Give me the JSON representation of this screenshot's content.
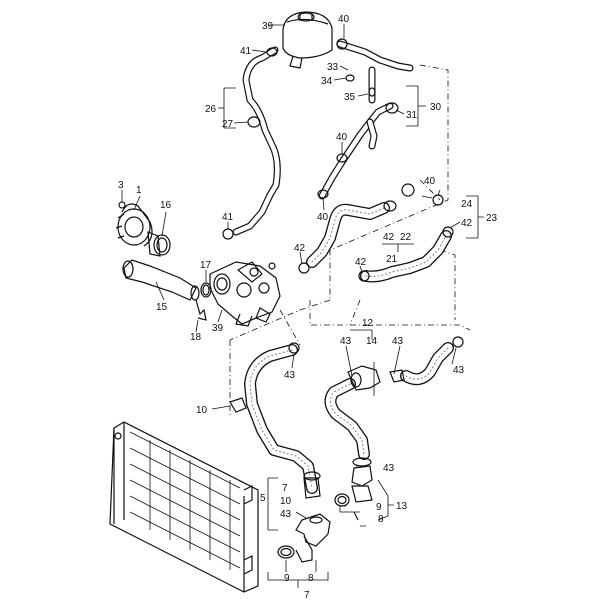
{
  "callouts": {
    "c39a": "39",
    "c40a": "40",
    "c41a": "41",
    "c33": "33",
    "c34": "34",
    "c35": "35",
    "c30": "30",
    "c31": "31",
    "c26": "26",
    "c27": "27",
    "c40b": "40",
    "c3": "3",
    "c1": "1",
    "c16": "16",
    "c41b": "41",
    "c40c": "40",
    "c40d": "40",
    "c24": "24",
    "c42a": "42",
    "c23": "23",
    "c42b": "42",
    "c22": "22",
    "c42c": "42",
    "c21": "21",
    "c42d": "42",
    "c17": "17",
    "c15": "15",
    "c39b": "39",
    "c18": "18",
    "c12": "12",
    "c43a": "43",
    "c14": "14",
    "c43b": "43",
    "c43c": "43",
    "c43d": "43",
    "c10a": "10",
    "c43e": "43",
    "c7a": "7",
    "c5": "5",
    "c10b": "10",
    "c43f": "43",
    "c13": "13",
    "c9a": "9",
    "c8a": "8",
    "c9b": "9",
    "c8b": "8",
    "c7b": "7"
  }
}
